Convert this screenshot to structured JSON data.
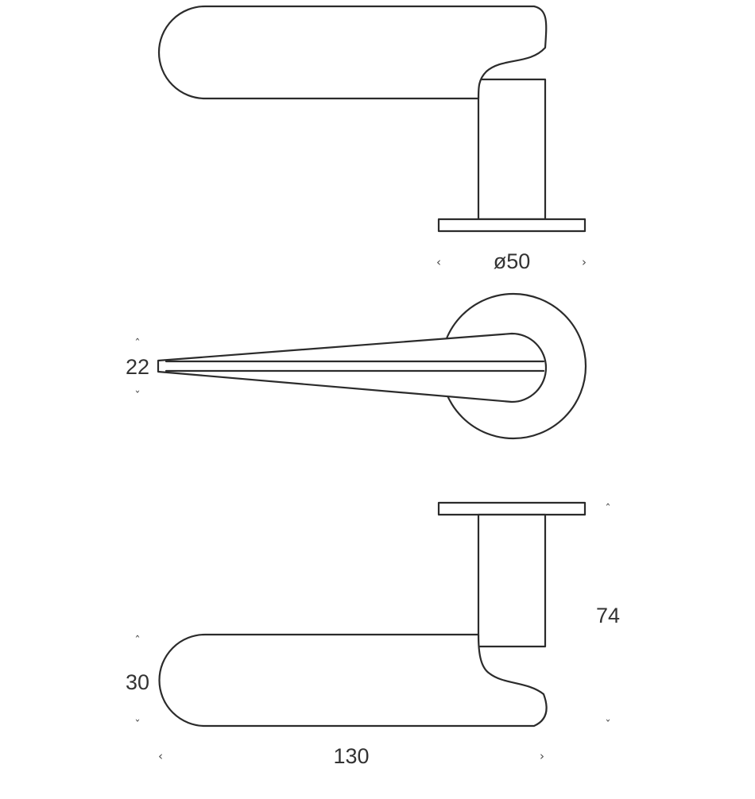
{
  "dimensions": {
    "rose_diameter": "ø50",
    "lever_thickness": "22",
    "lever_height": "30",
    "projection": "74",
    "lever_length": "130"
  },
  "arrow_glyphs": {
    "left": "‹",
    "right": "›",
    "up": "ˆ",
    "down": "ˇ"
  }
}
